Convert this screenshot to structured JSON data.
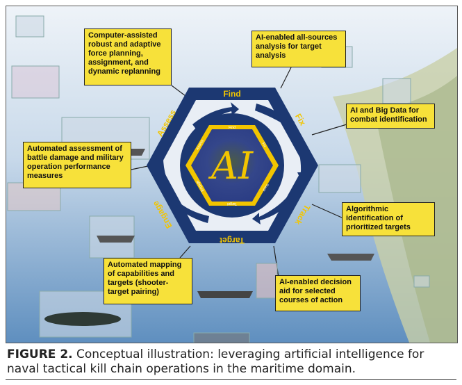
{
  "figure": {
    "center_label": "AI",
    "outer_stages": [
      "Find",
      "Fix",
      "Track",
      "Target",
      "Engage",
      "Assess"
    ],
    "inner_stages": [
      "Find",
      "Fix",
      "Track",
      "Target",
      "Engage",
      "Assess"
    ],
    "callouts": [
      "Computer-assisted robust and adaptive force planning, assignment, and dynamic replanning",
      "AI-enabled all-sources analysis for target analysis",
      "AI and Big Data for combat identification",
      "Automated assessment of battle damage and military operation performance measures",
      "Algorithmic identification of prioritized targets",
      "Automated mapping of capabilities and targets (shooter-target pairing)",
      "AI-enabled decision aid for selected courses of action"
    ],
    "colors": {
      "navy": "#1c3872",
      "yellow": "#f7e13a",
      "sea": "#7ea6cc"
    }
  },
  "caption": {
    "label": "FIGURE 2.",
    "text": " Conceptual illustration: leveraging artificial intelligence for naval tactical kill chain operations in the maritime domain."
  }
}
